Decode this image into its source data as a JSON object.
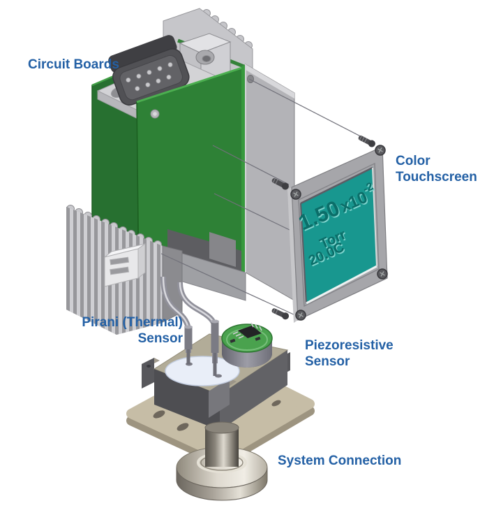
{
  "labels": {
    "circuit_boards": "Circuit Boards",
    "color_touchscreen": {
      "line1": "Color",
      "line2": "Touchscreen"
    },
    "pirani": {
      "line1": "Pirani (Thermal)",
      "line2": "Sensor"
    },
    "piezoresistive": {
      "line1": "Piezoresistive",
      "line2": "Sensor"
    },
    "system_connection": "System Connection"
  },
  "screen": {
    "value": "1.50",
    "multiplier": "x10",
    "exponent": "-2",
    "unit": "Torr",
    "temperature": "20.0C"
  },
  "colors": {
    "label_blue": "#2360a5",
    "pcb_green": "#2e8136",
    "screen_teal": "#18978f",
    "chassis_gray": "#b3b3b7",
    "base_tan": "#c6bda6"
  }
}
